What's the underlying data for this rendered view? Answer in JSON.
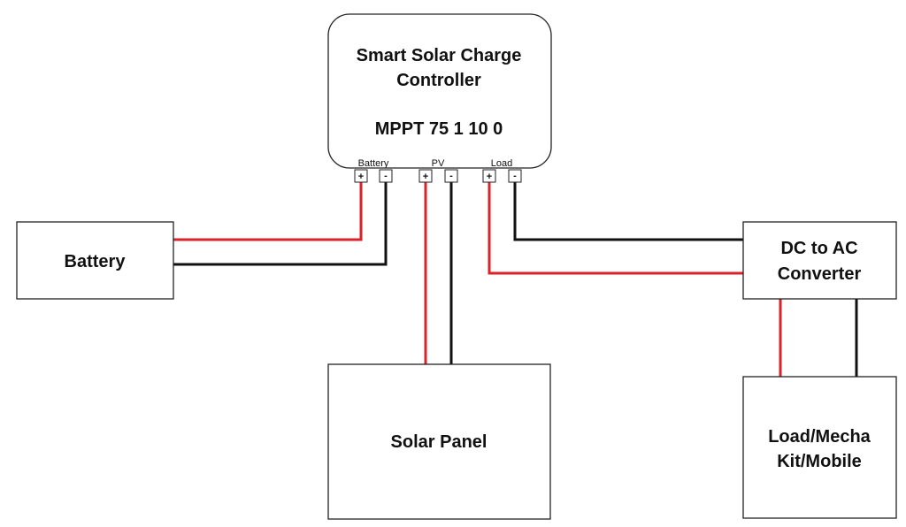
{
  "controller": {
    "title_line1": "Smart Solar Charge",
    "title_line2": "Controller",
    "model": "MPPT 75 1 10 0",
    "ports": {
      "battery": "Battery",
      "pv": "PV",
      "load": "Load"
    },
    "positive_sign": "+",
    "negative_sign": "-"
  },
  "battery": {
    "label": "Battery"
  },
  "solar_panel": {
    "label": "Solar Panel"
  },
  "converter": {
    "label_line1": "DC to AC",
    "label_line2": "Converter"
  },
  "load": {
    "label_line1": "Load/Mecha",
    "label_line2": "Kit/Mobile"
  },
  "colors": {
    "positive_wire": "#d9222a",
    "negative_wire": "#111111",
    "outline": "#222222"
  }
}
